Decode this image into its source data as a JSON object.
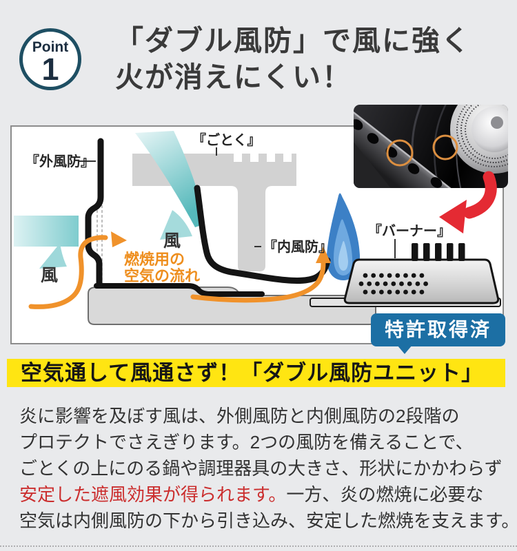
{
  "point": {
    "label": "Point",
    "number": "1"
  },
  "title": {
    "line1": "「ダブル風防」で風に強く",
    "line2": "火が消えにくい！"
  },
  "diagram": {
    "label_outer": "『外風防』",
    "label_gotoku": "『ごとく』",
    "label_inner": "『内風防』",
    "label_burner": "『バーナー』",
    "wind_left": "風",
    "wind_center": "風",
    "airflow_line1": "燃焼用の",
    "airflow_line2": "空気の流れ",
    "badge": "特許取得済"
  },
  "highlight": {
    "text": "空気通して風通さず！「ダブル風防ユニット」"
  },
  "body": {
    "line1": "炎に影響を及ぼす風は、外側風防と内側風防の2段階の",
    "line2": "プロテクトでさえぎります。2つの風防を備えることで、",
    "line3": "ごとくの上にのる鍋や調理器具の大きさ、形状にかかわらず",
    "line4_red": "安定した遮風効果が得られます。",
    "line4_black": "一方、炎の燃焼に必要な",
    "line5": "空気は内側風防の下から引き込み、安定した燃焼を支えます。"
  },
  "colors": {
    "accent_yellow": "#ffe512",
    "badge_blue": "#1c6fa4",
    "red_text": "#cb2e2e",
    "orange": "#f0922b",
    "flame_blue": "#3e85c9",
    "cyan": "#8fd0d2"
  }
}
